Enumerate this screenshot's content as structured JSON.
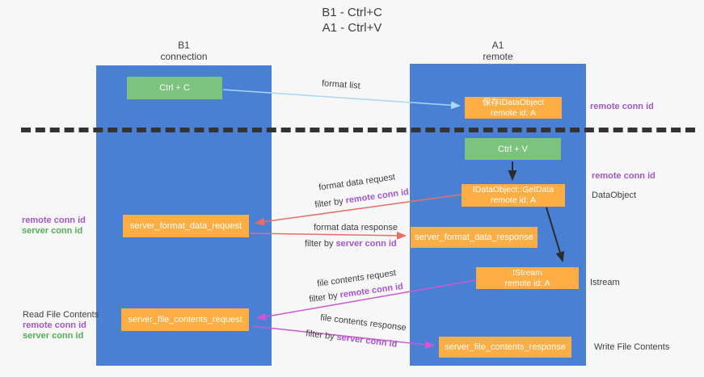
{
  "title": {
    "line1": "B1 - Ctrl+C",
    "line2": "A1 - Ctrl+V"
  },
  "columns": {
    "left": {
      "name": "B1",
      "subtitle": "connection"
    },
    "right": {
      "name": "A1",
      "subtitle": "remote"
    }
  },
  "nodes": {
    "ctrl_c": {
      "label": "Ctrl + C"
    },
    "ctrl_v": {
      "label": "Ctrl + V"
    },
    "save_dataobject": {
      "line1": "保存IDataObject",
      "line2": "remote id: A"
    },
    "getdata": {
      "line1": "IDataObject::GetData",
      "line2": "remote id: A"
    },
    "istream": {
      "line1": "IStream",
      "line2": "remote id: A"
    },
    "format_request": {
      "label": "server_format_data_request"
    },
    "format_response": {
      "label": "server_format_data_response"
    },
    "file_request": {
      "label": "server_file_contents_request"
    },
    "file_response": {
      "label": "server_file_contents_response"
    }
  },
  "arrow_labels": {
    "format_list": "format list",
    "format_data_request": "format data request",
    "format_data_response": "format data response",
    "file_contents_request": "file contents request",
    "file_contents_response": "file contents response",
    "filter_by": "filter by",
    "remote_conn_id": "remote conn id",
    "server_conn_id": "server conn id"
  },
  "side_labels": {
    "remote_conn_id": "remote conn id",
    "server_conn_id": "server conn id",
    "dataobject": "DataObject",
    "istream": "Istream",
    "read_file_contents": "Read File Contents",
    "write_file_contents": "Write File Contents"
  },
  "colors": {
    "bg": "#f7f7f7",
    "column-blue": "#4a80d4",
    "node-green": "#7cc47e",
    "node-orange": "#fcad43",
    "arrow-red": "#e96d66",
    "arrow-magenta": "#ce58d2",
    "arrow-blue": "#a8d7f2",
    "arrow-black": "#2b2b2b",
    "text-purple": "#a456c8",
    "text-green": "#55ad55",
    "text-dark": "#3d3d3d"
  }
}
